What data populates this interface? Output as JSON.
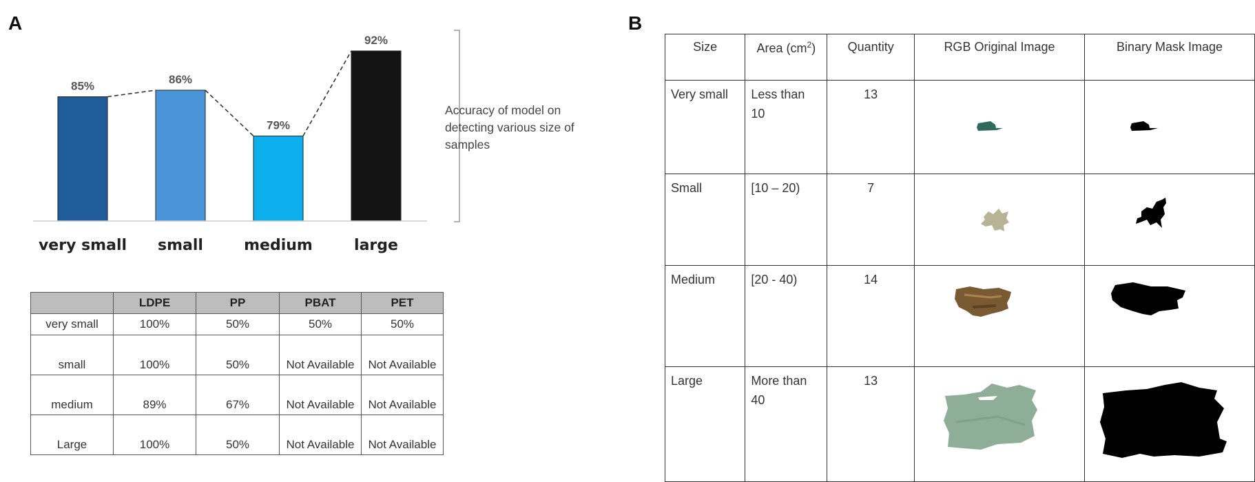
{
  "panels": {
    "a_label": "A",
    "b_label": "B"
  },
  "chart_data": {
    "type": "bar",
    "categories": [
      "very small",
      "small",
      "medium",
      "large"
    ],
    "values": [
      85,
      86,
      79,
      92
    ],
    "value_labels": [
      "85%",
      "86%",
      "79%",
      "92%"
    ],
    "bar_colors": [
      "#1f5c99",
      "#4a95d9",
      "#0db0ec",
      "#141414"
    ],
    "title": "",
    "xlabel": "",
    "ylabel": "",
    "ylim": [
      66,
      92
    ],
    "grid": false,
    "connector": "dashed-line",
    "annotation": "Accuracy of model on detecting various size of samples"
  },
  "material_table": {
    "headers": [
      "",
      "LDPE",
      "PP",
      "PBAT",
      "PET"
    ],
    "rows": [
      [
        "very small",
        "100%",
        "50%",
        "50%",
        "50%"
      ],
      [
        "small",
        "100%",
        "50%",
        "Not Available",
        "Not Available"
      ],
      [
        "medium",
        "89%",
        "67%",
        "Not Available",
        "Not Available"
      ],
      [
        "Large",
        "100%",
        "50%",
        "Not Available",
        "Not Available"
      ]
    ]
  },
  "size_table": {
    "headers": [
      "Size",
      "Area (cm",
      "2",
      ")",
      "Quantity",
      "RGB Original Image",
      "Binary Mask Image"
    ],
    "rows": [
      {
        "size": "Very small",
        "area": "Less than 10",
        "quantity": "13",
        "rgb_color": "#2e6b5e"
      },
      {
        "size": "Small",
        "area": "[10 – 20)",
        "quantity": "7",
        "rgb_color": "#b8b394"
      },
      {
        "size": "Medium",
        "area": "[20 - 40)",
        "quantity": "14",
        "rgb_color": "#7a5a32"
      },
      {
        "size": "Large",
        "area": "More than 40",
        "quantity": "13",
        "rgb_color": "#8fae98"
      }
    ],
    "mask_color": "#000000"
  }
}
